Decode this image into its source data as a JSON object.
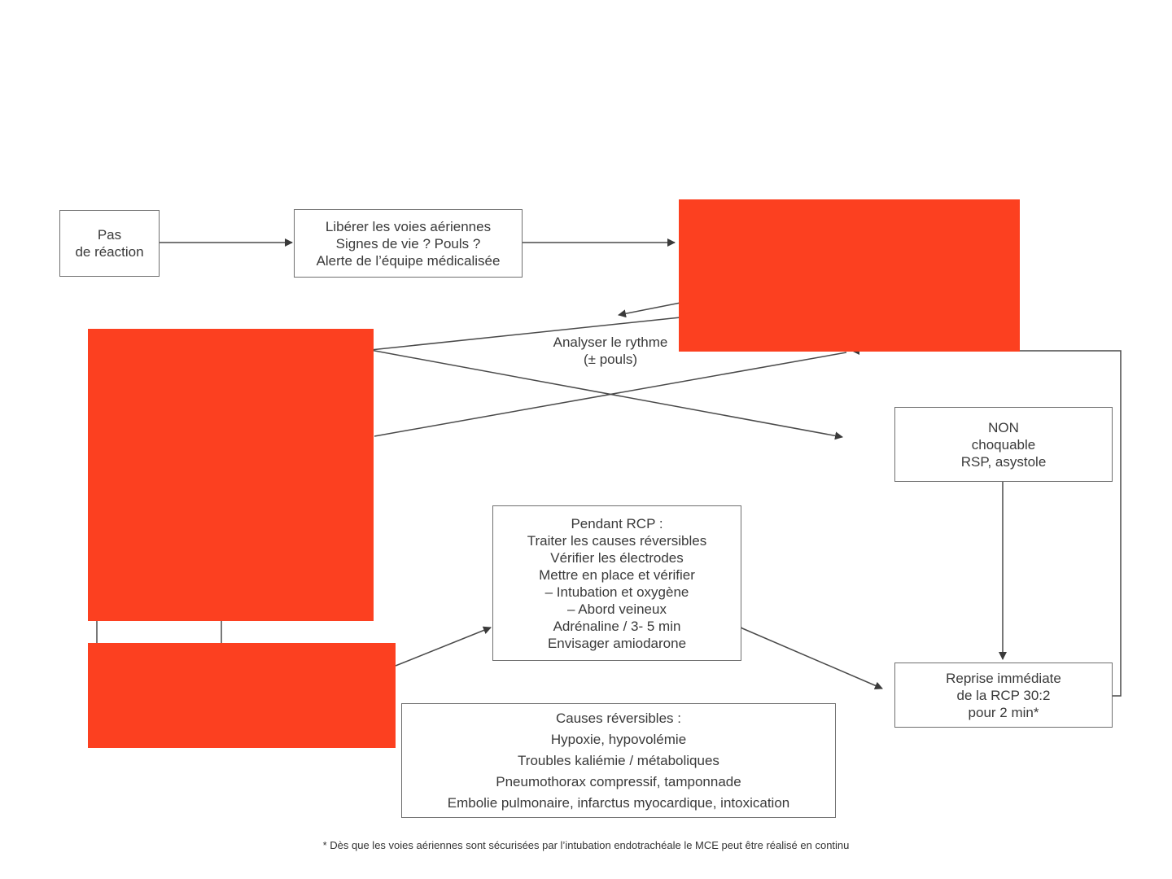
{
  "nodes": {
    "no_reaction": {
      "lines": [
        "Pas",
        "de réaction"
      ]
    },
    "airway": {
      "lines": [
        "Libérer les voies aériennes",
        "Signes de vie ? Pouls ?",
        "Alerte de l’équipe médicalisée"
      ]
    },
    "analyze": {
      "lines": [
        "Analyser le rythme",
        "(± pouls)"
      ]
    },
    "non_shockable": {
      "lines": [
        "NON",
        "choquable",
        "RSP, asystole"
      ]
    },
    "during_cpr": {
      "lines": [
        "Pendant RCP :",
        "Traiter les causes réversibles",
        "Vérifier les électrodes",
        "Mettre en place et vérifier",
        "– Intubation et oxygène",
        "– Abord veineux",
        "Adrénaline / 3- 5 min",
        "Envisager amiodarone"
      ]
    },
    "resume_cpr": {
      "lines": [
        "Reprise immédiate",
        "de la RCP 30:2",
        "pour 2 min*"
      ]
    },
    "reversible_causes": {
      "lines": [
        "Causes réversibles :",
        "Hypoxie, hypovolémie",
        "Troubles kaliémie / métaboliques",
        "Pneumothorax compressif, tamponnade",
        "Embolie pulmonaire, infarctus myocardique, intoxication"
      ]
    }
  },
  "footnote": "* Dès que les voies aériennes sont sécurisées par l’intubation endotrachéale le MCE peut être réalisé en continu",
  "colors": {
    "line": "#4a4a4a",
    "border": "#6f6f6f",
    "redaction": "#fc4020"
  }
}
